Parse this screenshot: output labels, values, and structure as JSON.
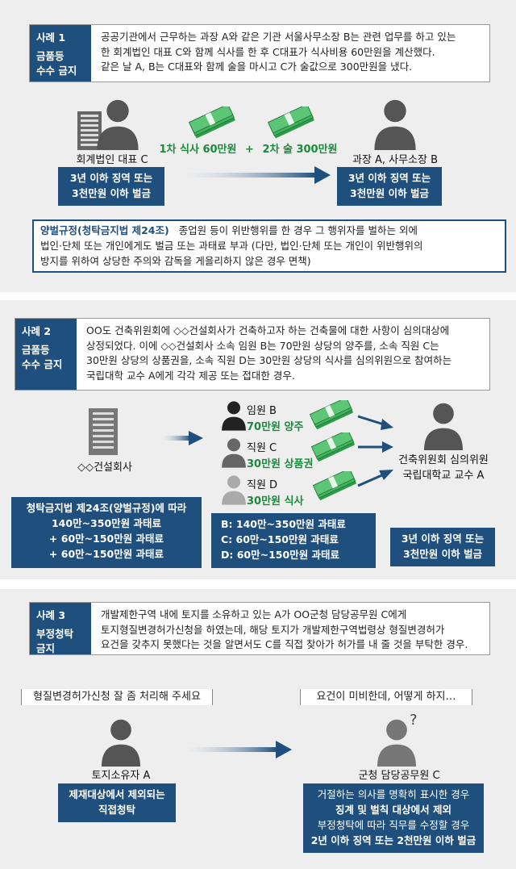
{
  "case1": {
    "tag_title": "사례 1",
    "tag_line1": "금품등",
    "tag_line2": "수수 금지",
    "text_lines": [
      "공공기관에서 근무하는 과장 A와 같은 기관 서울사무소장 B는 관련 업무를 하고 있는",
      "한 회계법인 대표 C와 함께 식사를 한 후 C대표가 식사비용 60만원을 계산했다.",
      "같은 날 A, B는 C대표와 함께 술을 마시고 C가 술값으로 300만원을 냈다."
    ],
    "left_label": "회계법인 대표 C",
    "right_label": "과장 A, 사무소장 B",
    "money_part1": "1차 식사 60만원",
    "money_plus": "+",
    "money_part2": "2차 술 300만원",
    "left_penalty": [
      "3년 이하 징역 또는",
      "3천만원 이하 벌금"
    ],
    "right_penalty": [
      "3년 이하 징역 또는",
      "3천만원 이하 벌금"
    ],
    "rule_title": "양벌규정(청탁금지법 제24조)",
    "rule_lines": [
      "종업원 등이 위반행위를 한 경우 그 행위자를 벌하는 외에",
      "법인·단체 또는 개인에게도 벌금 또는 과태료 부과 (다만, 법인·단체 또는 개인이 위반행위의",
      "방지를 위하여 상당한 주의와 감독을 게을리하지 않은 경우 면책)"
    ]
  },
  "case2": {
    "tag_title": "사례 2",
    "tag_line1": "금품등",
    "tag_line2": "수수 금지",
    "text_lines": [
      "OO도 건축위원회에 ◇◇건설회사가 건축하고자 하는 건축물에 대한 사항이 심의대상에",
      "상정되었다. 이에 ◇◇건설회사 소속 임원 B는 70만원 상당의 양주를, 소속 직원 C는",
      "30만원 상당의 상품권을, 소속 직원 D는 30만원 상당의 식사를 심의위원으로 참여하는",
      "국립대학 교수 A에게 각각 제공 또는 접대한 경우."
    ],
    "company_label": "◇◇건설회사",
    "givers": [
      {
        "name": "임원 B",
        "gift": "70만원 양주"
      },
      {
        "name": "직원 C",
        "gift": "30만원 상품권"
      },
      {
        "name": "직원 D",
        "gift": "30만원 식사"
      }
    ],
    "receiver_line1": "건축위원회 심의위원",
    "receiver_line2": "국립대학교 교수 A",
    "company_penalty": [
      "청탁금지법 제24조(양벌규정)에 따라",
      "140만~350만원 과태료",
      "+ 60만~150만원 과태료",
      "+ 60만~150만원 과태료"
    ],
    "giver_penalty": [
      "B:  140만~350만원 과태료",
      "C:    60만~150만원 과태료",
      "D:    60만~150만원 과태료"
    ],
    "receiver_penalty": [
      "3년 이하 징역 또는",
      "3천만원 이하 벌금"
    ]
  },
  "case3": {
    "tag_title": "사례 3",
    "tag_line1": "부정청탁",
    "tag_line2": "금지",
    "text_lines": [
      "개발제한구역 내에 토지를 소유하고 있는 A가 OO군청 담당공무원 C에게",
      "토지형질변경허가신청을 하였는데, 해당 토지가 개발제한구역법령상 형질변경허가",
      "요건을 갖추지 못했다는 것을 알면서도 C를 직접 찾아가 허가를 내 줄 것을 부탁한 경우."
    ],
    "left_bubble": "형질변경허가신청 잘 좀 처리해 주세요",
    "right_bubble": "요건이 미비한데, 어떻게 하지…",
    "left_label": "토지소유자 A",
    "right_label": "군청 담당공무원 C",
    "question_mark": "?",
    "left_penalty": [
      "제재대상에서 제외되는",
      "직접청탁"
    ],
    "right_penalty": [
      "거절하는 의사를 명확히 표시한 경우",
      "징계 및 벌칙 대상에서 제외",
      "부정청탁에 따라 직무를 수정할 경우",
      "2년 이하 징역 또는 2천만원 이하 벌금"
    ]
  },
  "colors": {
    "navy": "#1f4f7c",
    "green": "#1a8a3b",
    "panel": "#eeeeee",
    "person": "#555555"
  }
}
